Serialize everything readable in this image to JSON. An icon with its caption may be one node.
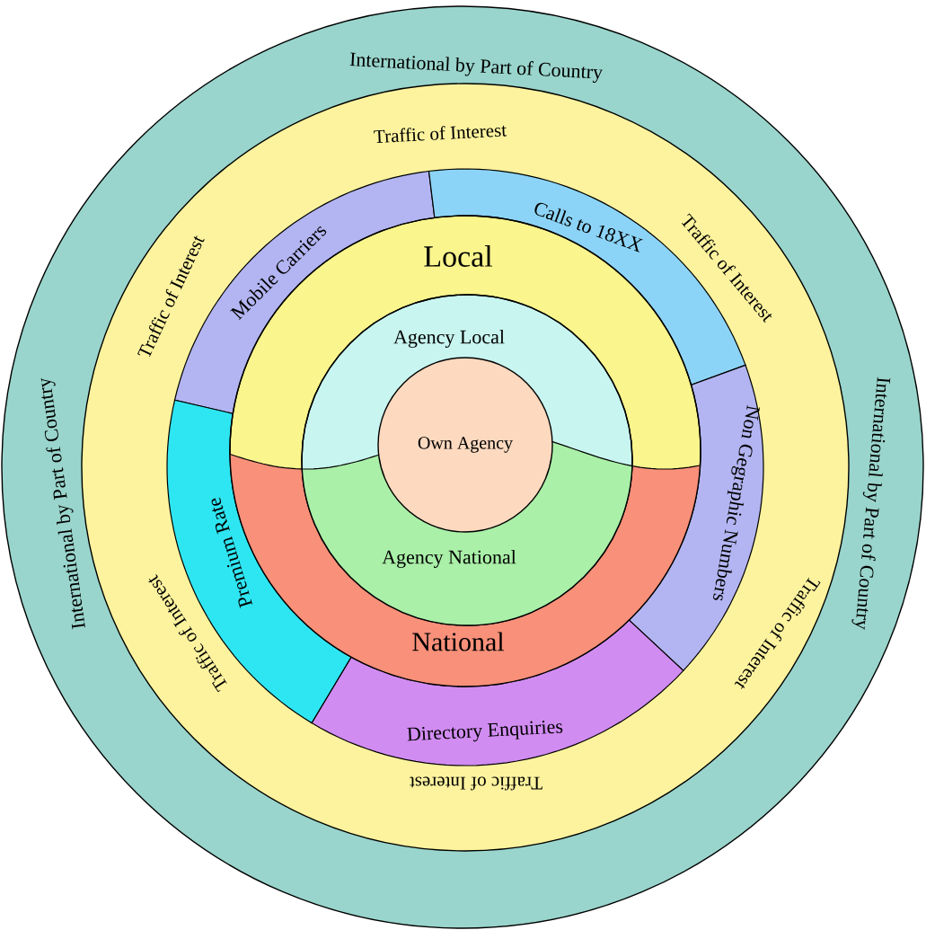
{
  "diagram": {
    "nodes": [
      {
        "text": [
          "International by Part of Country",
          "International by Part of Country",
          "International by Part of Country"
        ]
      },
      {
        "text": [
          "Traffic of Interest",
          "Traffic of Interest",
          "Traffic of Interest",
          "Traffic of Interest",
          "Traffic of Interest",
          "Traffic of Interest"
        ],
        "in": 0
      },
      {
        "text": [
          "Mobile Carriers"
        ],
        "in": 1
      },
      {
        "text": [
          "Calls to 18XX"
        ],
        "in": 1
      },
      {
        "text": [
          "Non Gegraphic Numbers"
        ],
        "in": 1
      },
      {
        "text": [
          "Directory Enquiries"
        ],
        "in": 1
      },
      {
        "text": [
          "Premium Rate"
        ],
        "in": 1
      },
      {
        "text": [
          "Local"
        ],
        "in": 1
      },
      {
        "text": [
          "National"
        ],
        "in": 1
      },
      {
        "text": [
          "Agency Local"
        ],
        "in": 7
      },
      {
        "text": [
          "Agency National"
        ],
        "in": 7
      },
      {
        "text": [
          "Own Agency"
        ],
        "in": 9
      }
    ]
  }
}
